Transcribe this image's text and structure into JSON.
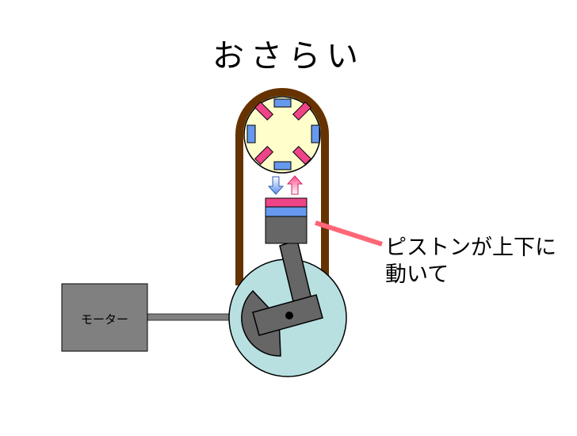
{
  "title": "おさらい",
  "motor_label": "モーター",
  "callout": {
    "line1": "ピストンが上下に",
    "line2": "動いて"
  },
  "colors": {
    "belt": "#663300",
    "wheel_top": "#ffffcc",
    "wheel_bottom": "#b8e0e0",
    "magnet_pink": "#ee4488",
    "magnet_blue": "#6699ee",
    "piston": "#666666",
    "motor": "#808080",
    "pointer": "#ff6677"
  }
}
